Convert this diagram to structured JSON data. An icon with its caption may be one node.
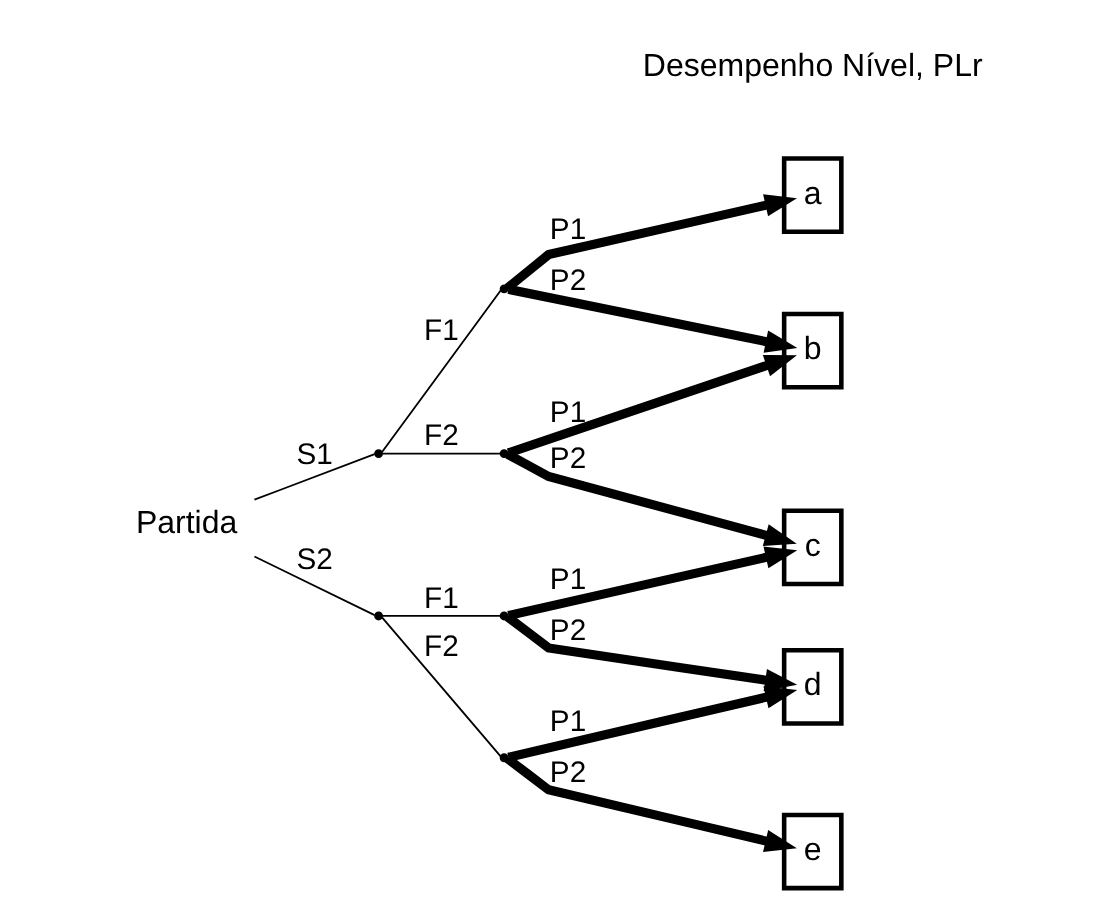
{
  "diagram": {
    "nodes": [
      {
        "text": [
          "Partida"
        ]
      },
      {
        "text": [],
        "shape": "point"
      },
      {
        "text": [],
        "shape": "point"
      },
      {
        "text": [],
        "shape": "point"
      },
      {
        "text": [],
        "shape": "point"
      },
      {
        "text": [],
        "shape": "point"
      },
      {
        "text": [],
        "shape": "point"
      },
      {
        "text": [
          "a"
        ]
      },
      {
        "text": [
          "b"
        ]
      },
      {
        "text": [
          "c"
        ]
      },
      {
        "text": [
          "d"
        ]
      },
      {
        "text": [
          "e"
        ]
      }
    ],
    "edges": [
      {
        "from": 0,
        "to": 1,
        "arrow": "none",
        "label": "S1"
      },
      {
        "from": 0,
        "to": 2,
        "arrow": "none",
        "label": "S2"
      },
      {
        "from": 1,
        "to": 3,
        "arrow": "none",
        "label": "F1"
      },
      {
        "from": 1,
        "to": 4,
        "arrow": "none",
        "label": "F2"
      },
      {
        "from": 2,
        "to": 5,
        "arrow": "none",
        "label": "F1"
      },
      {
        "from": 2,
        "to": 6,
        "arrow": "none",
        "label": "F2"
      },
      {
        "from": 3,
        "to": 7,
        "arrow": "to",
        "label": "P1"
      },
      {
        "from": 3,
        "to": 8,
        "arrow": "to",
        "label": "P2"
      },
      {
        "from": 4,
        "to": 8,
        "arrow": "to",
        "label": "P1"
      },
      {
        "from": 4,
        "to": 9,
        "arrow": "to",
        "label": "P2"
      },
      {
        "from": 5,
        "to": 9,
        "arrow": "to",
        "label": "P1"
      },
      {
        "from": 5,
        "to": 10,
        "arrow": "to",
        "label": "P2"
      },
      {
        "from": 6,
        "to": 10,
        "arrow": "to",
        "label": "P1"
      },
      {
        "from": 6,
        "to": 11,
        "arrow": "to",
        "label": "P2"
      }
    ],
    "labels": [
      "Desempenho Nível, PLr"
    ]
  }
}
